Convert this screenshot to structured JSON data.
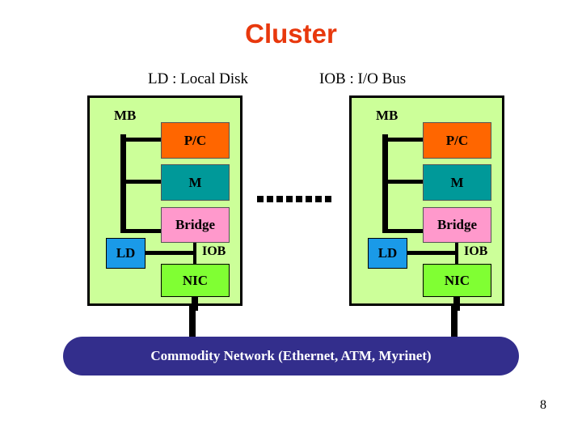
{
  "slide": {
    "title": "Cluster",
    "page_number": "8",
    "title_color": "#e8380d",
    "background_color": "#ffffff"
  },
  "legend": [
    {
      "name": "ld",
      "text": "LD : Local Disk"
    },
    {
      "name": "iob",
      "text": "IOB : I/O Bus"
    }
  ],
  "diagram": {
    "type": "block-diagram",
    "ellipsis_dots": 8,
    "colors": {
      "enclosure": "#ccff99",
      "processor": "#ff6600",
      "memory": "#009999",
      "bridge": "#ff99cc",
      "nic": "#80ff33",
      "local_disk": "#1a9ae8",
      "network": "#332e8c",
      "wire": "#000000"
    },
    "nodes": [
      {
        "id": "node-left",
        "enclosure_label": "MB",
        "components": [
          {
            "id": "pc",
            "label": "P/C",
            "color": "#ff6600"
          },
          {
            "id": "m",
            "label": "M",
            "color": "#009999"
          },
          {
            "id": "bridge",
            "label": "Bridge",
            "color": "#ff99cc"
          },
          {
            "id": "ld",
            "label": "LD",
            "color": "#1a9ae8"
          },
          {
            "id": "nic",
            "label": "NIC",
            "color": "#80ff33"
          }
        ],
        "bus_label": "IOB"
      },
      {
        "id": "node-right",
        "enclosure_label": "MB",
        "components": [
          {
            "id": "pc",
            "label": "P/C",
            "color": "#ff6600"
          },
          {
            "id": "m",
            "label": "M",
            "color": "#009999"
          },
          {
            "id": "bridge",
            "label": "Bridge",
            "color": "#ff99cc"
          },
          {
            "id": "ld",
            "label": "LD",
            "color": "#1a9ae8"
          },
          {
            "id": "nic",
            "label": "NIC",
            "color": "#80ff33"
          }
        ],
        "bus_label": "IOB"
      }
    ],
    "network": {
      "label": "Commodity Network (Ethernet, ATM, Myrinet)"
    }
  }
}
